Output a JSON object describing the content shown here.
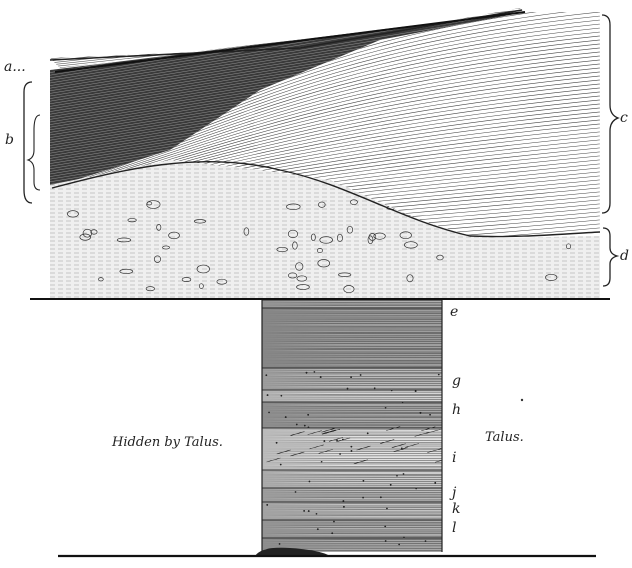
{
  "labels": {
    "a": "a...",
    "b": "b",
    "c": "c",
    "d": "d",
    "e": "e",
    "g": "g",
    "h": "h",
    "i": "i",
    "j": "j",
    "k": "k",
    "l": "l"
  },
  "captions": {
    "left": "Hidden by Talus.",
    "right": "Talus."
  },
  "colors": {
    "ink": "#222222",
    "paper": "#ffffff"
  }
}
